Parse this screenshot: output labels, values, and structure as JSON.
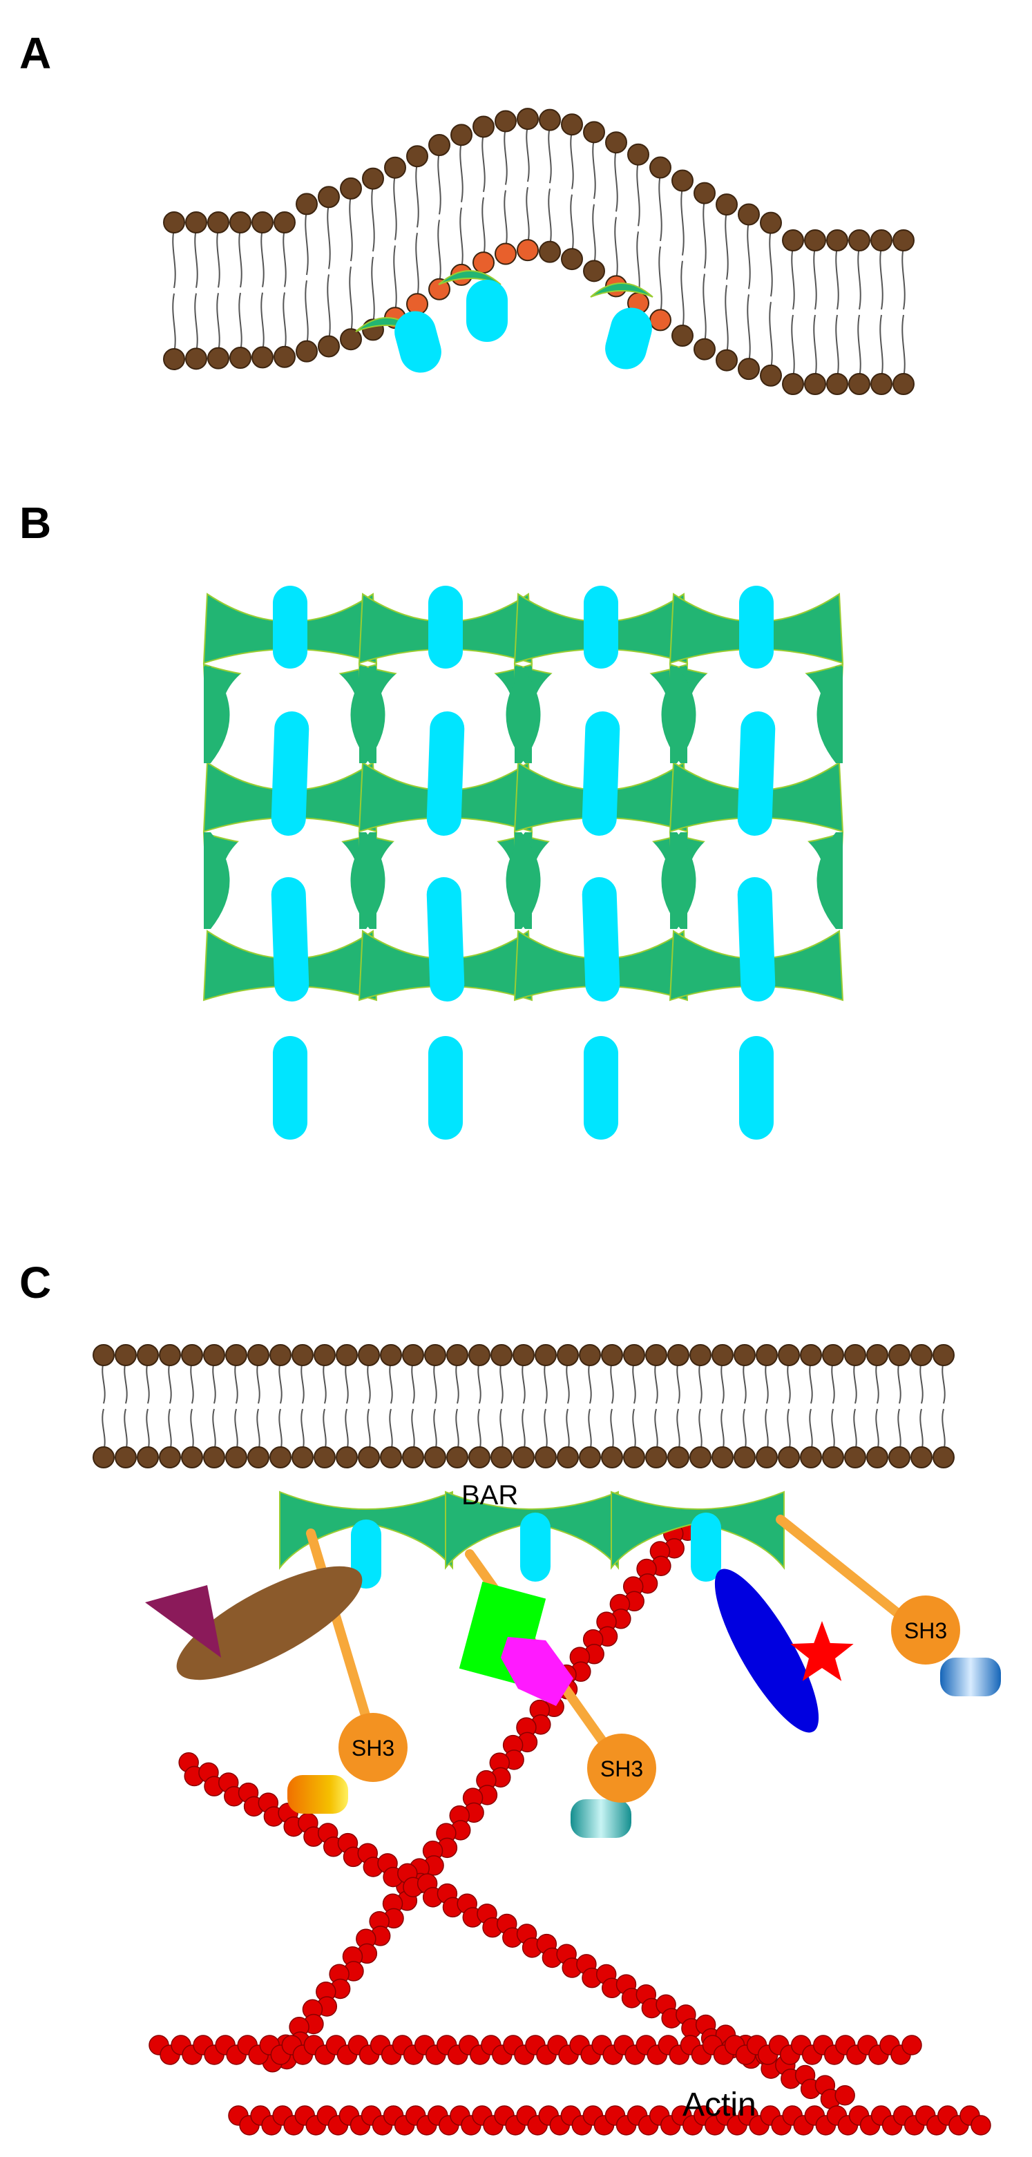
{
  "panels": {
    "a": {
      "label": "A"
    },
    "b": {
      "label": "B"
    },
    "c": {
      "label": "C"
    }
  },
  "labels": {
    "bar": "BAR",
    "sh3": "SH3",
    "actin": "Actin"
  },
  "colors": {
    "lipid_head": "#6b4423",
    "lipid_head_stroke": "#3d2510",
    "lipid_tail": "#555555",
    "charged_head": "#e8602c",
    "bar_domain": "#22b573",
    "bar_edge": "#9acd32",
    "amphipathic_helix": "#00e5ff",
    "actin": "#e00000",
    "linker": "#f7a83a",
    "sh3": "#f39221",
    "brown_protein": "#8b5a2b",
    "triangle": "#8b1a5a",
    "green_protein": "#00ff00",
    "magenta_protein": "#ff1aff",
    "blue_protein": "#0000e0",
    "star": "#ff0000",
    "partner_teal": "#1aa9a9",
    "partner_blue": "#1e7fd0",
    "partner_orange": "#f29900"
  },
  "icons": {
    "star": "red-star-icon",
    "triangle": "purple-triangle-icon"
  }
}
